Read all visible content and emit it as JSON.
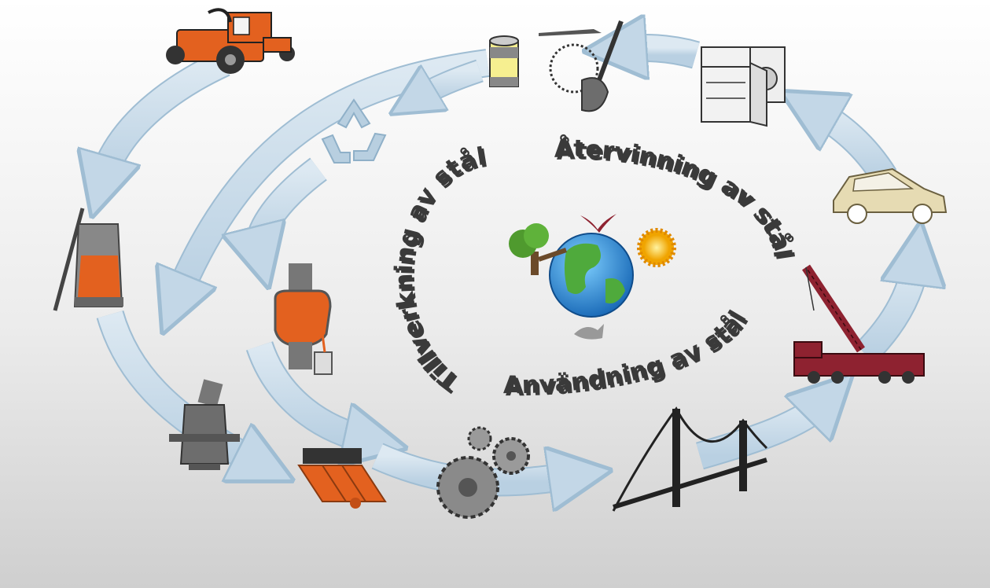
{
  "labels": {
    "production": "Tillverkning av stål",
    "recycling": "Återvinning av stål",
    "usage": "Användning av stål"
  },
  "colors": {
    "arrow_fill": "#c9dcea",
    "arrow_edge": "#9fbdd3",
    "text": "#3a3a3a",
    "shadow": "#9a9a9a",
    "orange": "#e3611f",
    "steel": "#6d6d6d",
    "crane_red": "#8e2230",
    "car_beige": "#e6dbb3",
    "globe_blue": "#2f8fd6",
    "land_green": "#4faa3c"
  },
  "icons": [
    "tractor-icon",
    "blast-furnace-icon",
    "converter-icon",
    "steel-slabs-icon",
    "gears-icon",
    "bridge-icon",
    "crane-truck-icon",
    "car-icon",
    "refrigerator-washer-icon",
    "tools-icon",
    "tin-can-icon",
    "recycle-icon",
    "ladle-furnace-icon",
    "globe-icon",
    "tree-icon",
    "sun-icon",
    "bird-icon",
    "fish-icon"
  ]
}
